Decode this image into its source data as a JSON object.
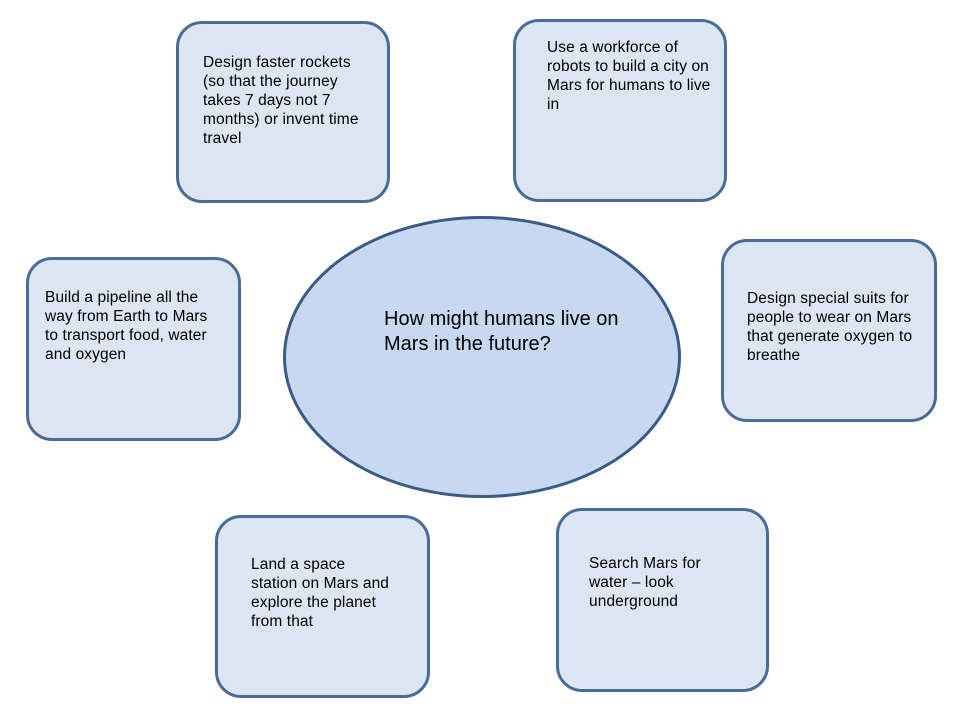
{
  "diagram": {
    "central_question": "How might humans live on Mars in the future?",
    "ideas": {
      "faster_rockets": "Design faster rockets (so that the journey takes 7 days not 7 months) or invent time travel",
      "robot_workforce": "Use a workforce of robots to build a city on Mars for humans to live in",
      "pipeline": "Build a pipeline all the way from Earth to Mars to transport food, water and oxygen",
      "oxygen_suits": "Design special suits for people to wear on Mars that generate oxygen to breathe",
      "space_station": "Land a space station on Mars and explore the planet from that",
      "search_water": "Search Mars for water – look underground"
    }
  },
  "colors": {
    "box_fill": "#dce6f2",
    "box_border": "#4a6b96",
    "oval_fill": "#c6d9f1",
    "oval_border": "#3c5a86"
  }
}
